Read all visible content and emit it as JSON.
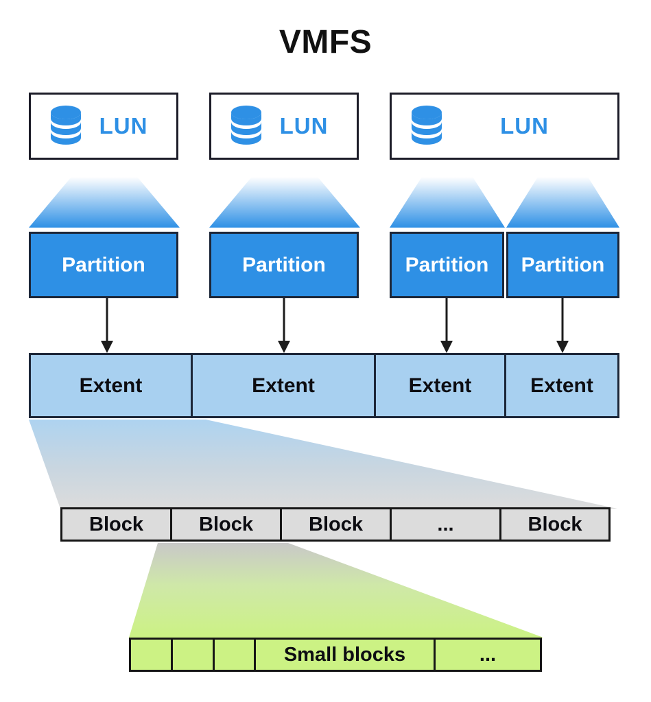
{
  "diagram": {
    "title": "VMFS",
    "colors": {
      "lun_text": "#2e90e5",
      "lun_icon": "#2e90e5",
      "partition_fill": "#2e90e5",
      "partition_text": "#ffffff",
      "extent_fill": "#a8d0f0",
      "block_fill": "#dcdcdc",
      "small_block_fill": "#ccf284",
      "border": "#1c2638",
      "funnel_blue_top": "#ffffff",
      "funnel_blue_bottom": "#2e90e5",
      "big_funnel_top": "#a8d0f0",
      "big_funnel_bottom": "#d9d9d9",
      "green_funnel_top": "#cccccc",
      "green_funnel_bottom": "#ccf284"
    },
    "luns": [
      {
        "label": "LUN",
        "icon": "database-icon"
      },
      {
        "label": "LUN",
        "icon": "database-icon"
      },
      {
        "label": "LUN",
        "icon": "database-icon"
      }
    ],
    "partitions": [
      {
        "label": "Partition"
      },
      {
        "label": "Partition"
      },
      {
        "label": "Partition"
      },
      {
        "label": "Partition"
      }
    ],
    "extents": [
      {
        "label": "Extent"
      },
      {
        "label": "Extent"
      },
      {
        "label": "Extent"
      },
      {
        "label": "Extent"
      }
    ],
    "blocks": [
      {
        "label": "Block"
      },
      {
        "label": "Block"
      },
      {
        "label": "Block"
      },
      {
        "label": "..."
      },
      {
        "label": "Block"
      }
    ],
    "small_blocks": [
      {
        "label": ""
      },
      {
        "label": ""
      },
      {
        "label": ""
      },
      {
        "label": "Small blocks"
      },
      {
        "label": "..."
      }
    ]
  }
}
